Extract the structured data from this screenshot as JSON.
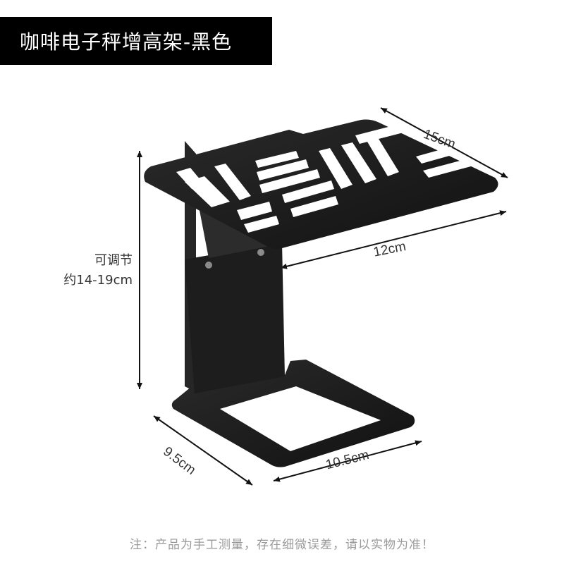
{
  "title": "咖啡电子秤增高架-黑色",
  "dimensions": {
    "top_depth": "15cm",
    "top_width": "12cm",
    "base_depth": "9.5cm",
    "base_width": "10.5cm",
    "adjustable_label": "可调节",
    "adjustable_range": "约14-19cm"
  },
  "note": "注：产品为手工测量，存在细微误差，请以实物为准！",
  "colors": {
    "product": "#1e1e1e",
    "title_bg": "#000000",
    "arrow": "#111111"
  }
}
